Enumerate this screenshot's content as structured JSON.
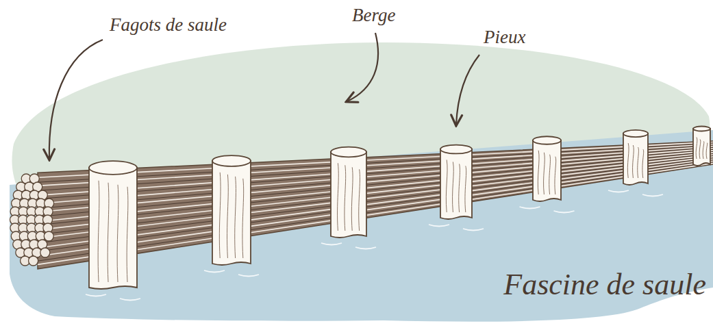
{
  "diagram": {
    "title": "Fascine de saule",
    "labels": [
      "Fagots de saule",
      "Berge",
      "Pieux"
    ]
  }
}
